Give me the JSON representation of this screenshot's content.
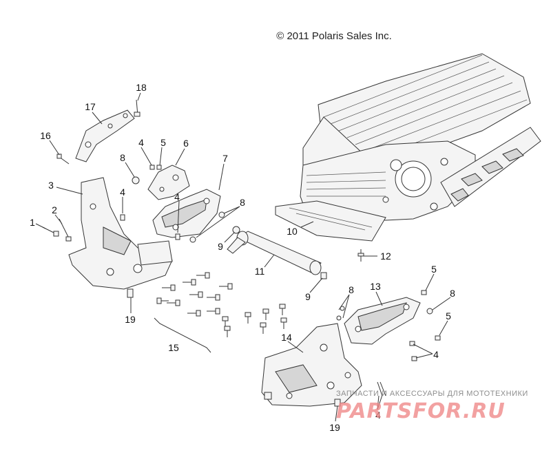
{
  "copyright": "© 2011 Polaris Sales Inc.",
  "callouts": [
    {
      "key": "c1",
      "label": "1"
    },
    {
      "key": "c2",
      "label": "2"
    },
    {
      "key": "c3",
      "label": "3"
    },
    {
      "key": "c4a",
      "label": "4"
    },
    {
      "key": "c4b",
      "label": "4"
    },
    {
      "key": "c4c",
      "label": "4"
    },
    {
      "key": "c4d",
      "label": "4"
    },
    {
      "key": "c4e",
      "label": "4"
    },
    {
      "key": "c5a",
      "label": "5"
    },
    {
      "key": "c5b",
      "label": "5"
    },
    {
      "key": "c5c",
      "label": "5"
    },
    {
      "key": "c6",
      "label": "6"
    },
    {
      "key": "c7",
      "label": "7"
    },
    {
      "key": "c8a",
      "label": "8"
    },
    {
      "key": "c8b",
      "label": "8"
    },
    {
      "key": "c8c",
      "label": "8"
    },
    {
      "key": "c8d",
      "label": "8"
    },
    {
      "key": "c9a",
      "label": "9"
    },
    {
      "key": "c9b",
      "label": "9"
    },
    {
      "key": "c10",
      "label": "10"
    },
    {
      "key": "c11",
      "label": "11"
    },
    {
      "key": "c12",
      "label": "12"
    },
    {
      "key": "c13",
      "label": "13"
    },
    {
      "key": "c14",
      "label": "14"
    },
    {
      "key": "c15",
      "label": "15"
    },
    {
      "key": "c16",
      "label": "16"
    },
    {
      "key": "c17",
      "label": "17"
    },
    {
      "key": "c18",
      "label": "18"
    },
    {
      "key": "c19a",
      "label": "19"
    },
    {
      "key": "c19b",
      "label": "19"
    }
  ],
  "watermark": {
    "tagline": "ЗАПЧАСТИ И АКСЕССУАРЫ ДЛЯ МОТОТЕХНИКИ",
    "logo": "PARTSFOR.RU"
  }
}
